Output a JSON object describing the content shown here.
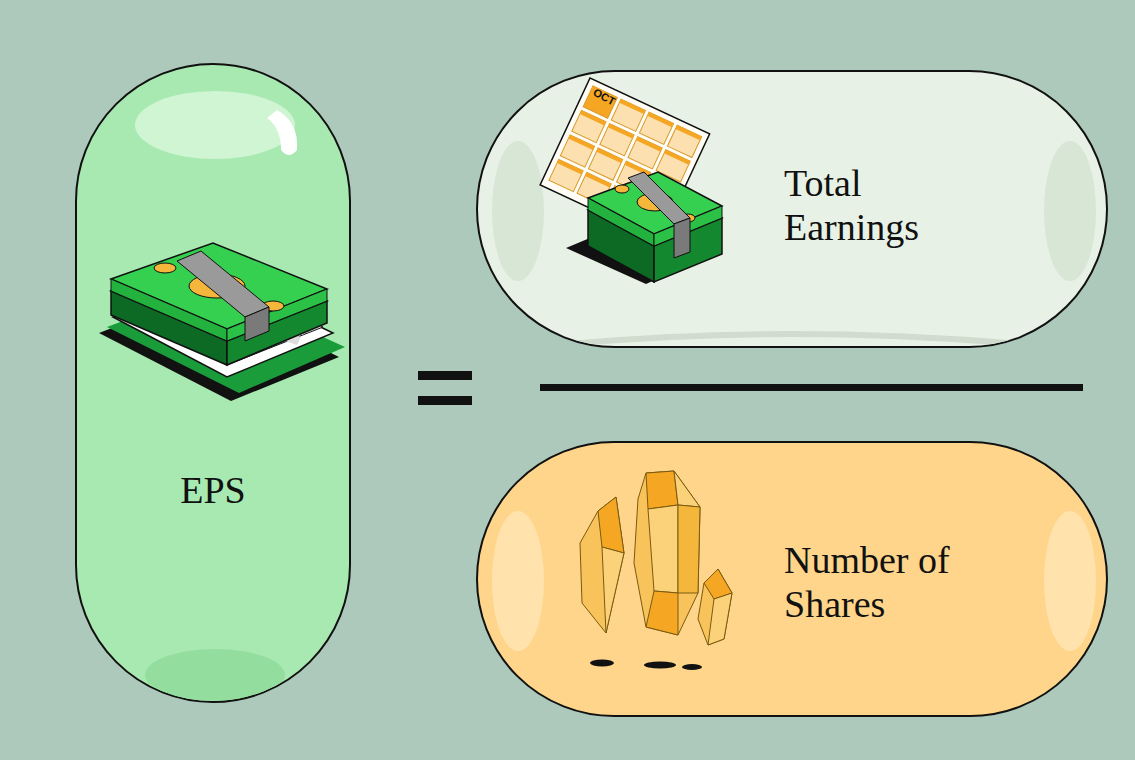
{
  "diagram": {
    "nodes": [
      {
        "text": [
          "EPS"
        ]
      },
      {
        "text": [
          "Total Earnings"
        ]
      },
      {
        "text": [
          "Number of Shares"
        ]
      }
    ],
    "labels": [
      "OCT"
    ]
  }
}
